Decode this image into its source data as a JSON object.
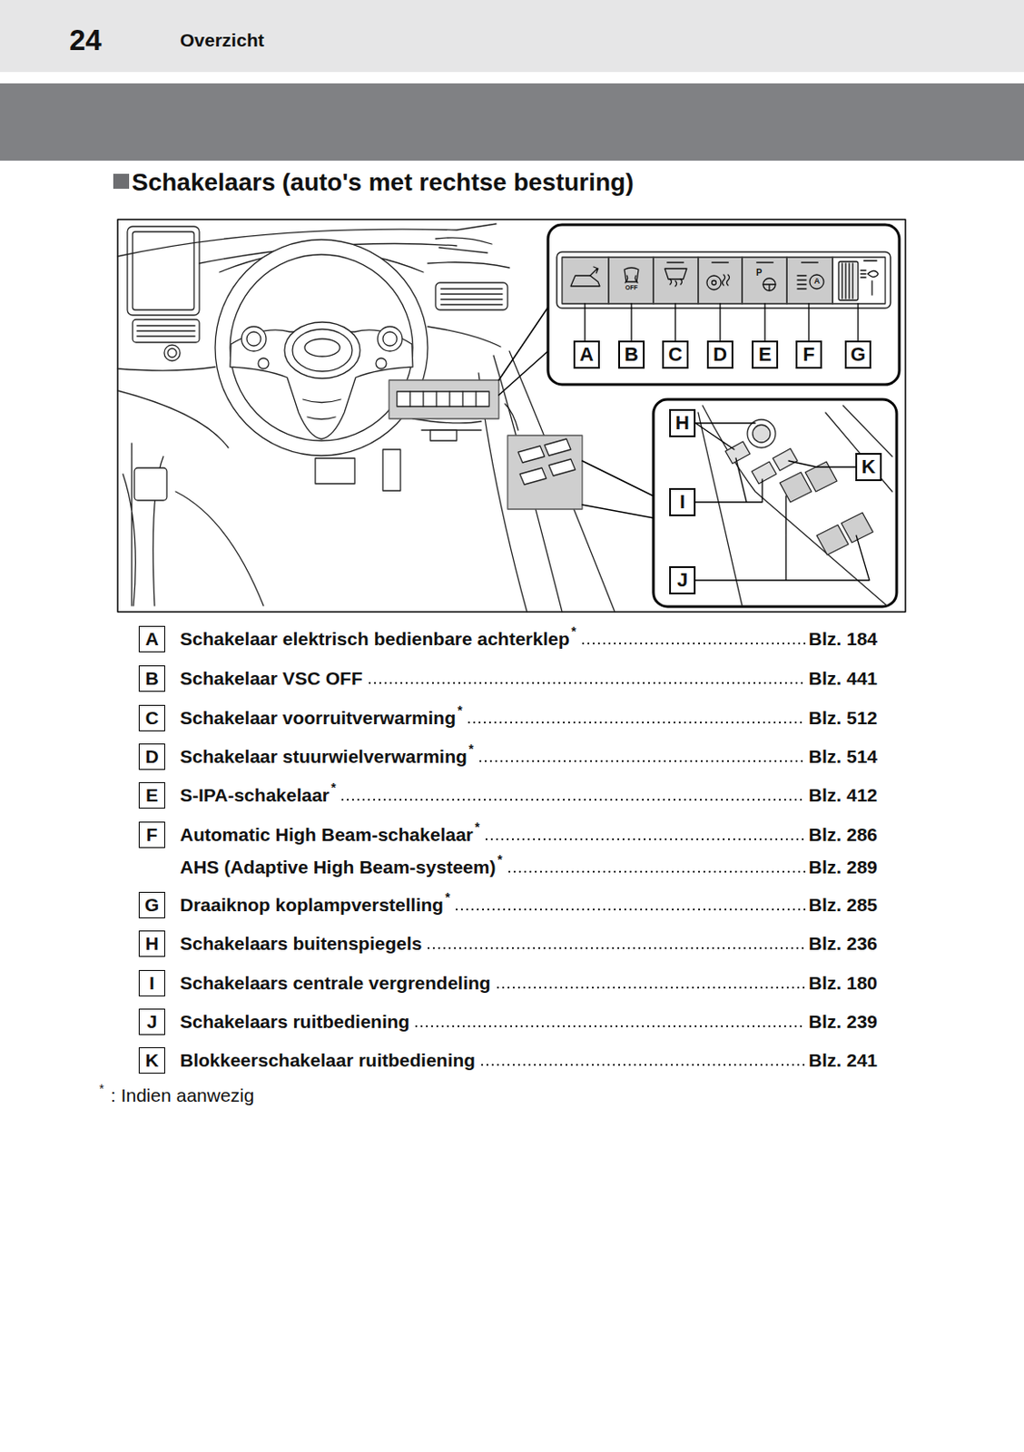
{
  "diagram": {
    "title": "Schakelaars (auto's met rechtse besturing)",
    "nodes": [
      {
        "text": [
          "A"
        ]
      },
      {
        "text": [
          "B"
        ]
      },
      {
        "text": [
          "C"
        ]
      },
      {
        "text": [
          "D"
        ]
      },
      {
        "text": [
          "E"
        ]
      },
      {
        "text": [
          "F"
        ]
      },
      {
        "text": [
          "G"
        ]
      },
      {
        "text": [
          "H"
        ]
      },
      {
        "text": [
          "I"
        ]
      },
      {
        "text": [
          "J"
        ]
      },
      {
        "text": [
          "K"
        ]
      },
      {
        "text": [
          "A"
        ]
      },
      {
        "text": [
          "B"
        ]
      },
      {
        "text": [
          "C"
        ]
      },
      {
        "text": [
          "D"
        ]
      },
      {
        "text": [
          "E"
        ]
      },
      {
        "text": [
          "F"
        ]
      },
      {
        "text": [
          "G"
        ]
      },
      {
        "text": [
          "H"
        ]
      },
      {
        "text": [
          "I"
        ]
      },
      {
        "text": [
          "J"
        ]
      },
      {
        "text": [
          "K"
        ]
      }
    ],
    "labels": [
      "24",
      "Overzicht",
      "OFF",
      "P",
      "A",
      "Schakelaar elektrisch bedienbare achterklep",
      "*",
      "Blz. 184",
      "Schakelaar VSC OFF",
      "Blz. 441",
      "Schakelaar voorruitverwarming",
      "*",
      "Blz. 512",
      "Schakelaar stuurwielverwarming",
      "*",
      "Blz. 514",
      "S-IPA-schakelaar",
      "*",
      "Blz. 412",
      "Automatic High Beam-schakelaar",
      "*",
      "Blz. 286",
      "AHS (Adaptive High Beam-systeem)",
      "*",
      "Blz. 289",
      "Draaiknop koplampverstelling",
      "*",
      "Blz. 285",
      "Schakelaars buitenspiegels",
      "Blz. 236",
      "Schakelaars centrale vergrendeling",
      "Blz. 180",
      "Schakelaars ruitbediening",
      "Blz. 239",
      "Blokkeerschakelaar ruitbediening",
      "Blz. 241",
      "*",
      ": Indien aanwezig"
    ]
  }
}
